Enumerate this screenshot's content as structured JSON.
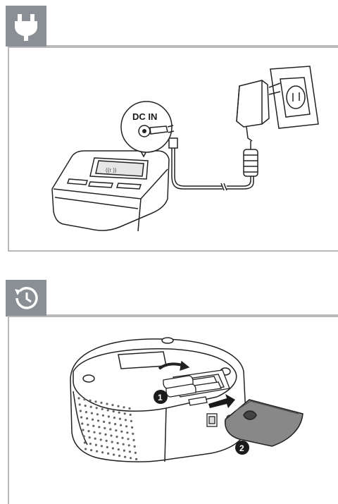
{
  "power_section": {
    "icon": "plug-icon",
    "callout_label": "DC IN"
  },
  "battery_section": {
    "icon": "clock-backup-icon",
    "steps": [
      "1",
      "2"
    ]
  },
  "colors": {
    "tab_bg": "#8a8f95",
    "rule": "#b9b9b9",
    "line": "#222222"
  }
}
